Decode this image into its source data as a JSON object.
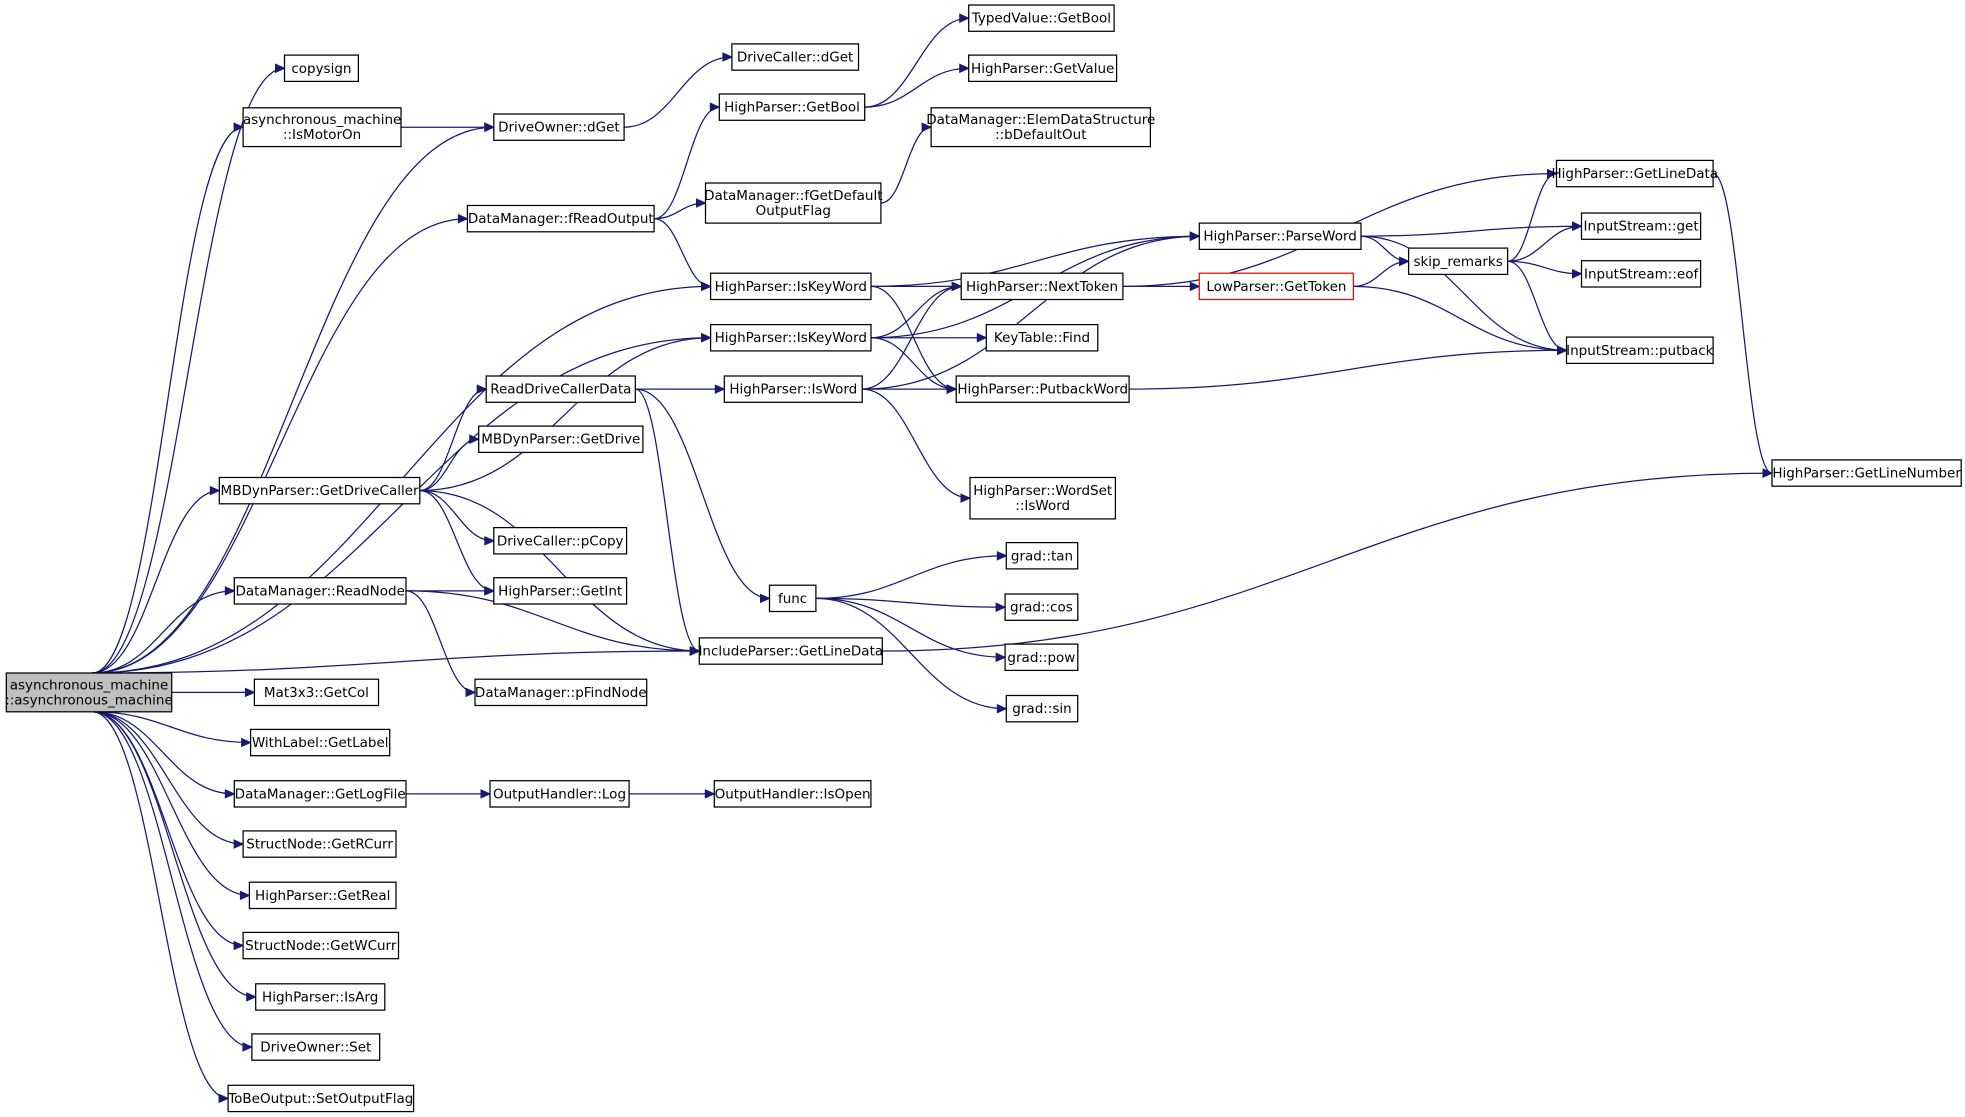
{
  "graph": {
    "type": "call-graph",
    "root": "n_root",
    "colors": {
      "edge": "#191970",
      "node_border": "#000000",
      "root_fill": "#bfbfbf",
      "highlight_border": "#ff0000"
    },
    "nodes": [
      {
        "id": "n_root",
        "lines": [
          "asynchronous_machine",
          "::asynchronous_machine"
        ]
      },
      {
        "id": "n_copysign",
        "lines": [
          "copysign"
        ]
      },
      {
        "id": "n_ismotoron",
        "lines": [
          "asynchronous_machine",
          "::IsMotorOn"
        ]
      },
      {
        "id": "n_driveowner_dget",
        "lines": [
          "DriveOwner::dGet"
        ]
      },
      {
        "id": "n_drivecaller_dget",
        "lines": [
          "DriveCaller::dGet"
        ]
      },
      {
        "id": "n_hp_getbool",
        "lines": [
          "HighParser::GetBool"
        ]
      },
      {
        "id": "n_typedvalue_getbool",
        "lines": [
          "TypedValue::GetBool"
        ]
      },
      {
        "id": "n_hp_getvalue",
        "lines": [
          "HighParser::GetValue"
        ]
      },
      {
        "id": "n_dm_elemds",
        "lines": [
          "DataManager::ElemDataStructure",
          "::bDefaultOut"
        ]
      },
      {
        "id": "n_dm_freadoutput",
        "lines": [
          "DataManager::fReadOutput"
        ]
      },
      {
        "id": "n_dm_fgetdefault",
        "lines": [
          "DataManager::fGetDefault",
          "OutputFlag"
        ]
      },
      {
        "id": "n_hp_iskeyword1",
        "lines": [
          "HighParser::IsKeyWord"
        ]
      },
      {
        "id": "n_hp_iskeyword2",
        "lines": [
          "HighParser::IsKeyWord"
        ]
      },
      {
        "id": "n_hp_nexttoken",
        "lines": [
          "HighParser::NextToken"
        ]
      },
      {
        "id": "n_hp_parseword",
        "lines": [
          "HighParser::ParseWord"
        ]
      },
      {
        "id": "n_lp_gettoken",
        "lines": [
          "LowParser::GetToken"
        ],
        "highlight": true
      },
      {
        "id": "n_skip_remarks",
        "lines": [
          "skip_remarks"
        ]
      },
      {
        "id": "n_hp_getlinedata",
        "lines": [
          "HighParser::GetLineData"
        ]
      },
      {
        "id": "n_is_get",
        "lines": [
          "InputStream::get"
        ]
      },
      {
        "id": "n_is_eof",
        "lines": [
          "InputStream::eof"
        ]
      },
      {
        "id": "n_is_putback",
        "lines": [
          "InputStream::putback"
        ]
      },
      {
        "id": "n_keytable_find",
        "lines": [
          "KeyTable::Find"
        ]
      },
      {
        "id": "n_hp_putbackword",
        "lines": [
          "HighParser::PutbackWord"
        ]
      },
      {
        "id": "n_readdrivecallerdata",
        "lines": [
          "ReadDriveCallerData"
        ]
      },
      {
        "id": "n_hp_isword",
        "lines": [
          "HighParser::IsWord"
        ]
      },
      {
        "id": "n_mbp_getdrive",
        "lines": [
          "MBDynParser::GetDrive"
        ]
      },
      {
        "id": "n_hp_wordset_isword",
        "lines": [
          "HighParser::WordSet",
          "::IsWord"
        ]
      },
      {
        "id": "n_mbp_getdrivecaller",
        "lines": [
          "MBDynParser::GetDriveCaller"
        ]
      },
      {
        "id": "n_drivecaller_pcopy",
        "lines": [
          "DriveCaller::pCopy"
        ]
      },
      {
        "id": "n_hp_getint",
        "lines": [
          "HighParser::GetInt"
        ]
      },
      {
        "id": "n_hp_getlinenumber",
        "lines": [
          "HighParser::GetLineNumber"
        ]
      },
      {
        "id": "n_dm_readnode",
        "lines": [
          "DataManager::ReadNode"
        ]
      },
      {
        "id": "n_func",
        "lines": [
          "func"
        ]
      },
      {
        "id": "n_grad_tan",
        "lines": [
          "grad::tan"
        ]
      },
      {
        "id": "n_grad_cos",
        "lines": [
          "grad::cos"
        ]
      },
      {
        "id": "n_grad_pow",
        "lines": [
          "grad::pow"
        ]
      },
      {
        "id": "n_grad_sin",
        "lines": [
          "grad::sin"
        ]
      },
      {
        "id": "n_ip_getlinedata",
        "lines": [
          "IncludeParser::GetLineData"
        ]
      },
      {
        "id": "n_dm_pfindnode",
        "lines": [
          "DataManager::pFindNode"
        ]
      },
      {
        "id": "n_mat3x3_getcol",
        "lines": [
          "Mat3x3::GetCol"
        ]
      },
      {
        "id": "n_withlabel_getlabel",
        "lines": [
          "WithLabel::GetLabel"
        ]
      },
      {
        "id": "n_dm_getlogfile",
        "lines": [
          "DataManager::GetLogFile"
        ]
      },
      {
        "id": "n_oh_log",
        "lines": [
          "OutputHandler::Log"
        ]
      },
      {
        "id": "n_oh_isopen",
        "lines": [
          "OutputHandler::IsOpen"
        ]
      },
      {
        "id": "n_sn_getrcurr",
        "lines": [
          "StructNode::GetRCurr"
        ]
      },
      {
        "id": "n_hp_getreal",
        "lines": [
          "HighParser::GetReal"
        ]
      },
      {
        "id": "n_sn_getwcurr",
        "lines": [
          "StructNode::GetWCurr"
        ]
      },
      {
        "id": "n_hp_isarg",
        "lines": [
          "HighParser::IsArg"
        ]
      },
      {
        "id": "n_driveowner_set",
        "lines": [
          "DriveOwner::Set"
        ]
      },
      {
        "id": "n_tobeoutput_setoutputflag",
        "lines": [
          "ToBeOutput::SetOutputFlag"
        ]
      }
    ],
    "edges": [
      [
        "n_root",
        "n_copysign"
      ],
      [
        "n_root",
        "n_ismotoron"
      ],
      [
        "n_root",
        "n_driveowner_dget"
      ],
      [
        "n_root",
        "n_dm_freadoutput"
      ],
      [
        "n_root",
        "n_hp_iskeyword1"
      ],
      [
        "n_root",
        "n_hp_iskeyword2"
      ],
      [
        "n_root",
        "n_mbp_getdrivecaller"
      ],
      [
        "n_root",
        "n_dm_readnode"
      ],
      [
        "n_root",
        "n_ip_getlinedata"
      ],
      [
        "n_root",
        "n_mat3x3_getcol"
      ],
      [
        "n_root",
        "n_withlabel_getlabel"
      ],
      [
        "n_root",
        "n_dm_getlogfile"
      ],
      [
        "n_root",
        "n_sn_getrcurr"
      ],
      [
        "n_root",
        "n_hp_getreal"
      ],
      [
        "n_root",
        "n_sn_getwcurr"
      ],
      [
        "n_root",
        "n_hp_isarg"
      ],
      [
        "n_root",
        "n_driveowner_set"
      ],
      [
        "n_root",
        "n_tobeoutput_setoutputflag"
      ],
      [
        "n_ismotoron",
        "n_driveowner_dget"
      ],
      [
        "n_driveowner_dget",
        "n_drivecaller_dget"
      ],
      [
        "n_dm_freadoutput",
        "n_hp_getbool"
      ],
      [
        "n_dm_freadoutput",
        "n_dm_fgetdefault"
      ],
      [
        "n_dm_freadoutput",
        "n_hp_iskeyword1"
      ],
      [
        "n_hp_getbool",
        "n_typedvalue_getbool"
      ],
      [
        "n_hp_getbool",
        "n_hp_getvalue"
      ],
      [
        "n_dm_fgetdefault",
        "n_dm_elemds"
      ],
      [
        "n_hp_iskeyword1",
        "n_hp_parseword"
      ],
      [
        "n_hp_iskeyword1",
        "n_hp_nexttoken"
      ],
      [
        "n_hp_iskeyword1",
        "n_hp_putbackword"
      ],
      [
        "n_hp_iskeyword2",
        "n_hp_parseword"
      ],
      [
        "n_hp_iskeyword2",
        "n_hp_nexttoken"
      ],
      [
        "n_hp_iskeyword2",
        "n_keytable_find"
      ],
      [
        "n_hp_iskeyword2",
        "n_hp_putbackword"
      ],
      [
        "n_hp_nexttoken",
        "n_hp_getlinedata"
      ],
      [
        "n_hp_nexttoken",
        "n_lp_gettoken"
      ],
      [
        "n_hp_parseword",
        "n_is_get"
      ],
      [
        "n_hp_parseword",
        "n_skip_remarks"
      ],
      [
        "n_hp_parseword",
        "n_is_putback"
      ],
      [
        "n_lp_gettoken",
        "n_skip_remarks"
      ],
      [
        "n_lp_gettoken",
        "n_is_putback"
      ],
      [
        "n_skip_remarks",
        "n_hp_getlinedata"
      ],
      [
        "n_skip_remarks",
        "n_is_get"
      ],
      [
        "n_skip_remarks",
        "n_is_eof"
      ],
      [
        "n_skip_remarks",
        "n_is_putback"
      ],
      [
        "n_hp_getlinedata",
        "n_hp_getlinenumber"
      ],
      [
        "n_hp_putbackword",
        "n_is_putback"
      ],
      [
        "n_readdrivecallerdata",
        "n_hp_isword"
      ],
      [
        "n_readdrivecallerdata",
        "n_func"
      ],
      [
        "n_readdrivecallerdata",
        "n_ip_getlinedata"
      ],
      [
        "n_hp_isword",
        "n_hp_nexttoken"
      ],
      [
        "n_hp_isword",
        "n_hp_putbackword"
      ],
      [
        "n_hp_isword",
        "n_hp_wordset_isword"
      ],
      [
        "n_hp_isword",
        "n_hp_parseword"
      ],
      [
        "n_mbp_getdrivecaller",
        "n_hp_iskeyword2"
      ],
      [
        "n_mbp_getdrivecaller",
        "n_readdrivecallerdata"
      ],
      [
        "n_mbp_getdrivecaller",
        "n_mbp_getdrive"
      ],
      [
        "n_mbp_getdrivecaller",
        "n_drivecaller_pcopy"
      ],
      [
        "n_mbp_getdrivecaller",
        "n_hp_getint"
      ],
      [
        "n_mbp_getdrivecaller",
        "n_ip_getlinedata"
      ],
      [
        "n_dm_readnode",
        "n_hp_getint"
      ],
      [
        "n_dm_readnode",
        "n_dm_pfindnode"
      ],
      [
        "n_dm_readnode",
        "n_ip_getlinedata"
      ],
      [
        "n_func",
        "n_grad_tan"
      ],
      [
        "n_func",
        "n_grad_cos"
      ],
      [
        "n_func",
        "n_grad_pow"
      ],
      [
        "n_func",
        "n_grad_sin"
      ],
      [
        "n_ip_getlinedata",
        "n_hp_getlinenumber"
      ],
      [
        "n_dm_getlogfile",
        "n_oh_log"
      ],
      [
        "n_oh_log",
        "n_oh_isopen"
      ]
    ]
  }
}
